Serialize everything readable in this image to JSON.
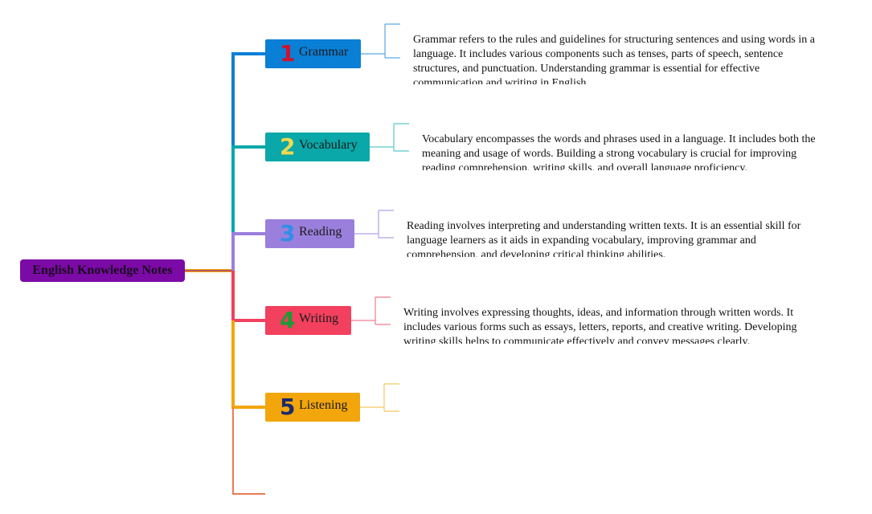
{
  "root": {
    "label": "English Knowledge Notes",
    "color": "#7c0aa7"
  },
  "topics": [
    {
      "number": "1",
      "label": "Grammar",
      "color": "#0a7fd6",
      "number_color": "#d0112b",
      "description": "Grammar refers to the rules and guidelines for structuring sentences and using words in a language. It includes various components such as tenses, parts of speech, sentence structures, and punctuation. Understanding grammar is essential for effective communication and writing in English."
    },
    {
      "number": "2",
      "label": "Vocabulary",
      "color": "#0aa8a8",
      "number_color": "#f2d94e",
      "description": "Vocabulary encompasses the words and phrases used in a language. It includes both the meaning and usage of words. Building a strong vocabulary is crucial for improving reading comprehension, writing skills, and overall language proficiency."
    },
    {
      "number": "3",
      "label": "Reading",
      "color": "#9b7fdc",
      "number_color": "#2f8fe8",
      "description": "Reading involves interpreting and understanding written texts. It is an essential skill for language learners as it aids in expanding vocabulary, improving grammar and comprehension, and developing critical thinking abilities."
    },
    {
      "number": "4",
      "label": "Writing",
      "color": "#f2405e",
      "number_color": "#1e9a35",
      "description": "Writing involves expressing thoughts, ideas, and information through written words. It includes various forms such as essays, letters, reports, and creative writing. Developing writing skills helps to communicate effectively and convey messages clearly."
    },
    {
      "number": "5",
      "label": "Listening",
      "color": "#f2a60c",
      "number_color": "#1c2a6b",
      "description": ""
    }
  ]
}
